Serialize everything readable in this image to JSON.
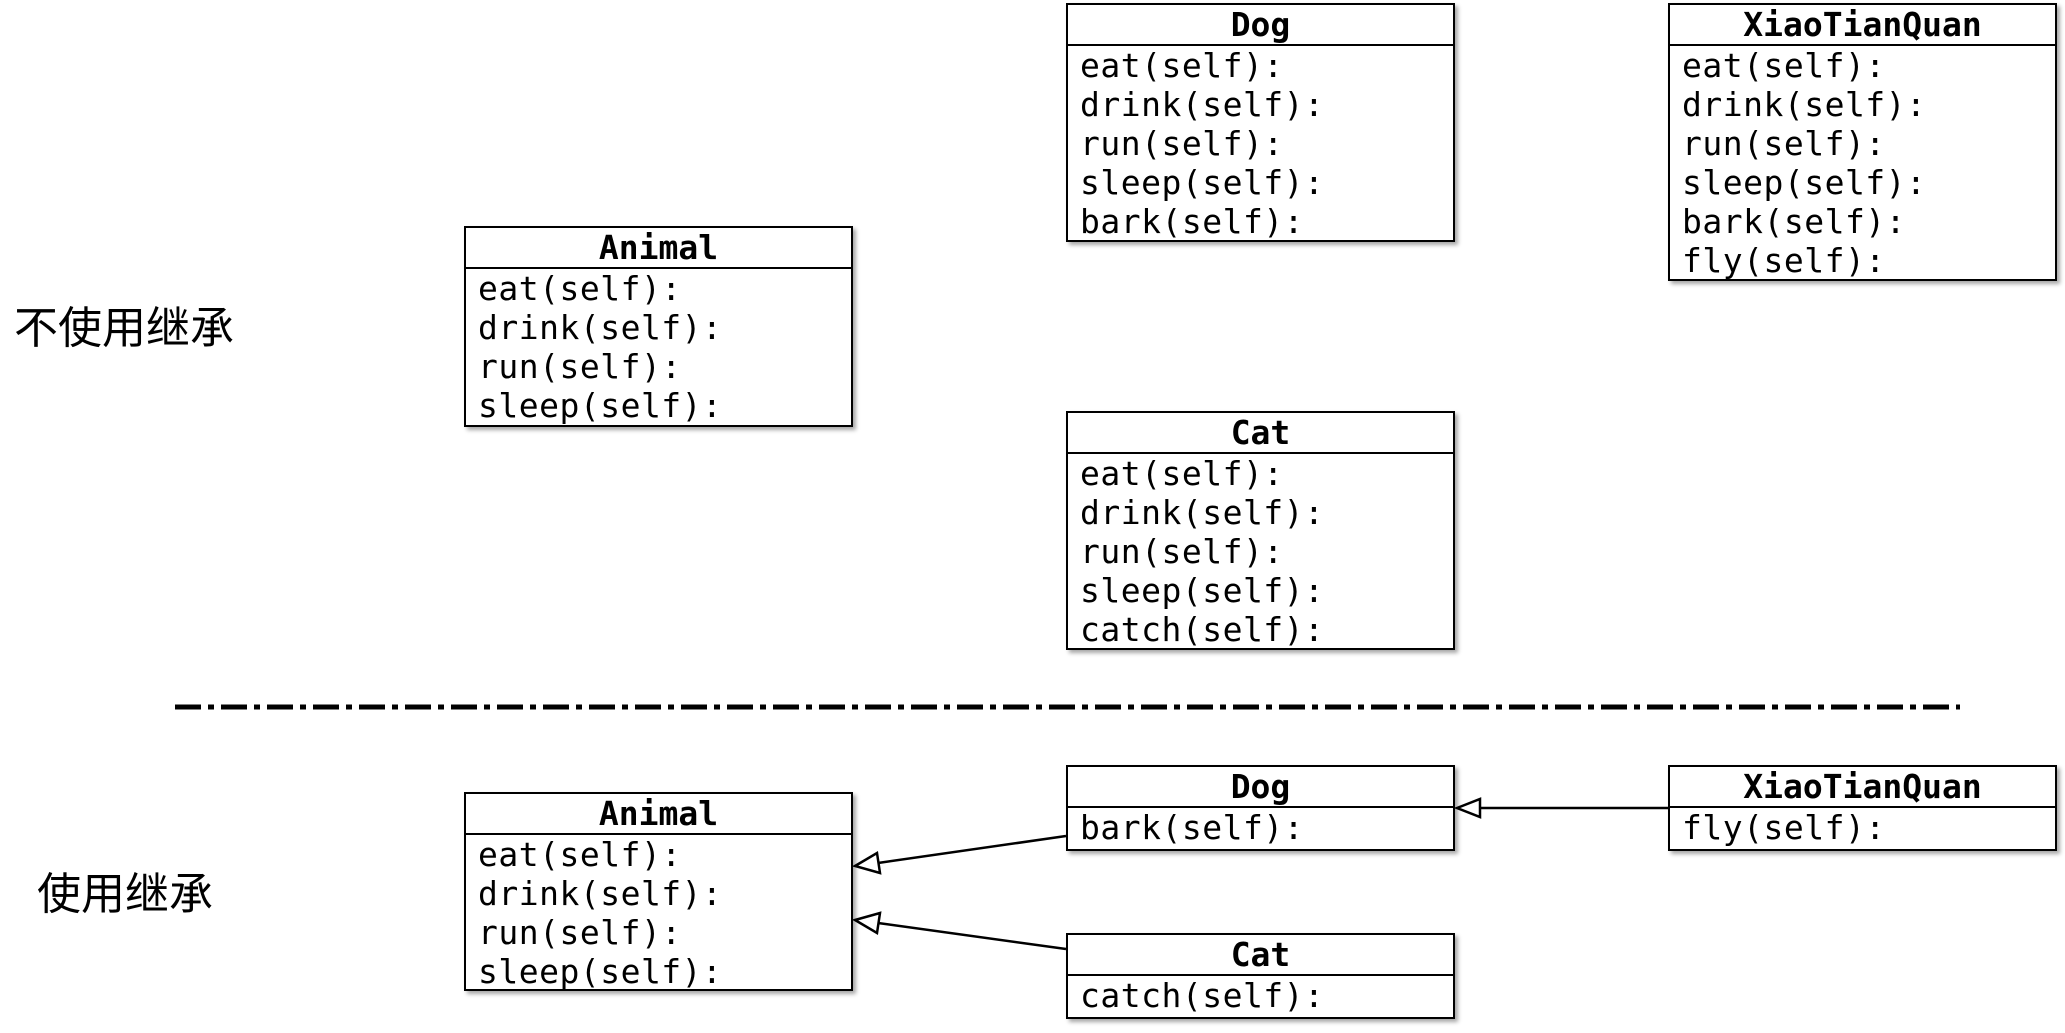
{
  "sections": {
    "without_inheritance": {
      "label": "不使用继承"
    },
    "with_inheritance": {
      "label": "使用继承"
    }
  },
  "without_inheritance": {
    "animal": {
      "name": "Animal",
      "methods": [
        "eat(self):",
        "drink(self):",
        "run(self):",
        "sleep(self):"
      ]
    },
    "dog": {
      "name": "Dog",
      "methods": [
        "eat(self):",
        "drink(self):",
        "run(self):",
        "sleep(self):",
        "bark(self):"
      ]
    },
    "cat": {
      "name": "Cat",
      "methods": [
        "eat(self):",
        "drink(self):",
        "run(self):",
        "sleep(self):",
        "catch(self):"
      ]
    },
    "xiaotianquan": {
      "name": "XiaoTianQuan",
      "methods": [
        "eat(self):",
        "drink(self):",
        "run(self):",
        "sleep(self):",
        "bark(self):",
        "fly(self):"
      ]
    }
  },
  "with_inheritance": {
    "animal": {
      "name": "Animal",
      "methods": [
        "eat(self):",
        "drink(self):",
        "run(self):",
        "sleep(self):"
      ]
    },
    "dog": {
      "name": "Dog",
      "methods": [
        "bark(self):"
      ]
    },
    "cat": {
      "name": "Cat",
      "methods": [
        "catch(self):"
      ]
    },
    "xiaotianquan": {
      "name": "XiaoTianQuan",
      "methods": [
        "fly(self):"
      ]
    }
  },
  "relations": [
    {
      "from": "Dog",
      "to": "Animal",
      "type": "inheritance"
    },
    {
      "from": "Cat",
      "to": "Animal",
      "type": "inheritance"
    },
    {
      "from": "XiaoTianQuan",
      "to": "Dog",
      "type": "inheritance"
    }
  ],
  "colors": {
    "stroke": "#000000",
    "background": "#ffffff",
    "text": "#000000"
  }
}
